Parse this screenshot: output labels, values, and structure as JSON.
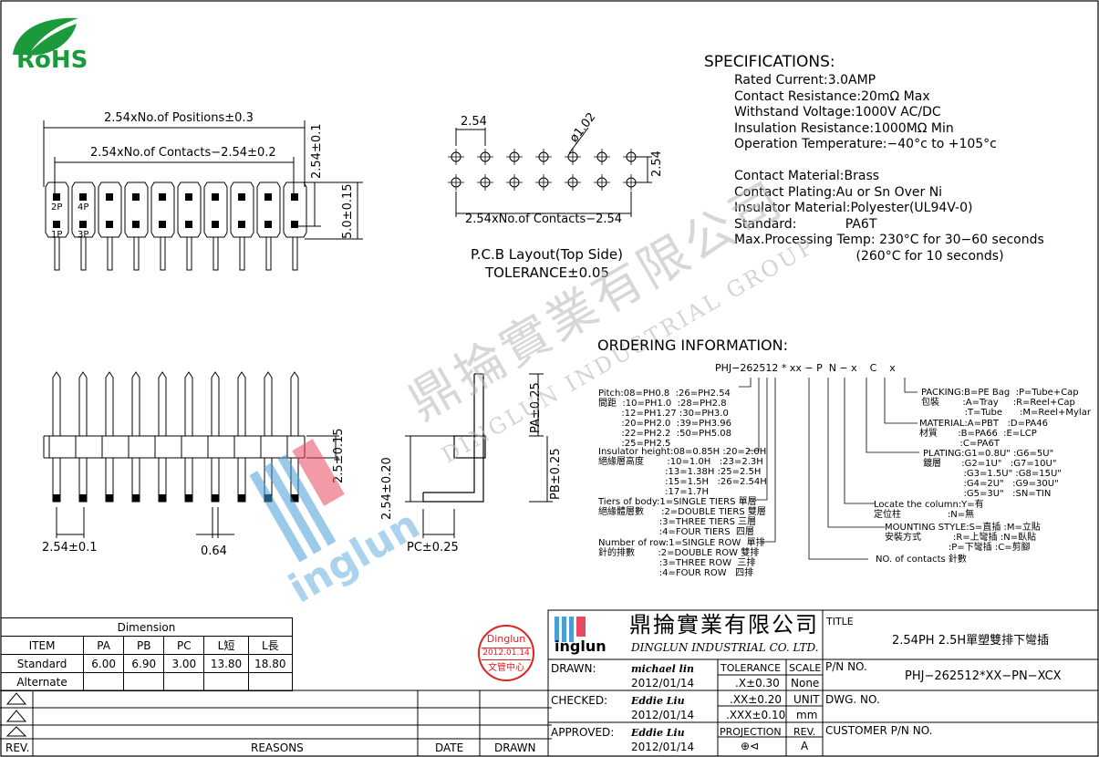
{
  "rohs": {
    "label": "RoHS",
    "color": "#1a9a3a"
  },
  "specifications": {
    "heading": "SPECIFICATIONS:",
    "lines": [
      "Rated Current:3.0AMP",
      "Contact Resistance:20mΩ Max",
      "Withstand Voltage:1000V AC/DC",
      "Insulation Resistance:1000MΩ Min",
      "Operation Temperature:−40°c to +105°c",
      "",
      "Contact Material:Brass",
      "Contact Plating:Au or Sn Over Ni",
      "Insulator Material:Polyester(UL94V-0)",
      "Standard:            PA6T",
      "Max.Processing Temp: 230°C for 30−60 seconds",
      "                              (260°C for 10 seconds)"
    ]
  },
  "top_view": {
    "dim_positions": "2.54xNo.of Positions±0.3",
    "dim_contacts": "2.54xNo.of Contacts−2.54±0.2",
    "dim_pitch_v": "2.54±0.1",
    "dim_height": "5.0±0.15",
    "pin_labels": [
      "2P",
      "4P",
      "1P",
      "3P"
    ]
  },
  "pcb": {
    "dim_pitch": "2.54",
    "dim_hole": "ø1.02",
    "dim_row": "2.54",
    "dim_total": "2.54xNo.of Contacts−2.54",
    "caption": "P.C.B Layout(Top Side)",
    "tolerance": "TOLERANCE±0.05"
  },
  "front_view": {
    "dim_pitch": "2.54±0.1",
    "dim_width": "0.64",
    "dim_body": "2.5±0.15"
  },
  "side_view": {
    "pa": "PA±0.25",
    "pb": "PB±0.25",
    "dim_020": "2.54±0.20",
    "pc": "PC±0.25"
  },
  "watermark": {
    "cn": "鼎掄實業有限公司",
    "en": "DINGLUN INDUSTRIAL GROUP",
    "logo_text": "inglun",
    "logo_color": "#e84a5f",
    "logo_blue": "#4a9ed8"
  },
  "ordering": {
    "heading": "ORDERING INFORMATION:",
    "code": "PHJ−262512 * xx − P  N − x    C    x",
    "pitch": [
      "Pitch:08=PH0.8  :26=PH2.54",
      "間距  :10=PH1.0  :28=PH2.8",
      "        :12=PH1.27 :30=PH3.0",
      "        :20=PH2.0  :39=PH3.96",
      "        :22=PH2.2  :50=PH5.08",
      "        :25=PH2.5"
    ],
    "insulator": [
      "Insulator height:08=0.85H :20=2.0H",
      "絕緣層高度        :10=1.0H   :23=2.3H",
      "                       :13=1.38H :25=2.5H",
      "                       :15=1.5H   :26=2.54H",
      "                       :17=1.7H"
    ],
    "tiers": [
      "Tiers of body:1=SINGLE TIERS 單層",
      "絕緣體層數      :2=DOUBLE TIERS 雙層",
      "                     :3=THREE TIERS 三層",
      "                     :4=FOUR TIERS  四層"
    ],
    "rows": [
      "Number of row:1=SINGLE ROW  單排",
      "針的排數        :2=DOUBLE ROW 雙排",
      "                     :3=THREE ROW  三排",
      "                     :4=FOUR ROW   四排"
    ],
    "packing": [
      "PACKING:B=PE Bag  :P=Tube+Cap",
      "包裝        :A=Tray     :R=Reel+Cap",
      "               :T=Tube      :M=Reel+Mylar"
    ],
    "material": [
      "MATERIAL:A=PBT   :D=PA46",
      "材質       :B=PA66  :E=LCP",
      "              :C=PA6T"
    ],
    "plating": [
      "PLATING:G1=0.8U\" :G6=5U\"",
      "鍍層       :G2=1U\"   :G7=10U\"",
      "              :G3=1.5U\" :G8=15U\"",
      "              :G4=2U\"   :G9=30U\"",
      "              :G5=3U\"   :SN=TIN"
    ],
    "locate": [
      "Locate the column:Y=有",
      "定位柱                :N=無"
    ],
    "mounting": [
      "MOUNTING STYLE:S=直插 :M=立貼",
      "安裝方式           :R=上彎插 :N=臥貼",
      "                      :P=下彎插 :C=剪腳"
    ],
    "contacts": "NO. of contacts 針數"
  },
  "dimension_table": {
    "title": "Dimension",
    "headers": [
      "ITEM",
      "PA",
      "PB",
      "PC",
      "L短",
      "L長"
    ],
    "rows": [
      [
        "Standard",
        "6.00",
        "6.90",
        "3.00",
        "13.80",
        "18.80"
      ],
      [
        "Alternate",
        "",
        "",
        "",
        "",
        ""
      ]
    ]
  },
  "revision": {
    "rev": "REV.",
    "reasons": "REASONS",
    "date": "DATE",
    "drawn": "DRAWN"
  },
  "stamp": {
    "name": "Dinglun",
    "date": "2012.01.14",
    "dept": "文管中心",
    "color": "#e02020"
  },
  "title_block": {
    "company_cn": "鼎掄實業有限公司",
    "company_en": "DINGLUN INDUSTRIAL CO. LTD.",
    "logo": "inglun",
    "title_label": "TITLE",
    "title_value": "2.54PH 2.5H單塑雙排下彎插",
    "drawn_label": "DRAWN:",
    "drawn_name": "michael lin",
    "drawn_date": "2012/01/14",
    "checked_label": "CHECKED:",
    "checked_name": "Eddie Liu",
    "checked_date": "2012/01/14",
    "approved_label": "APPROVED:",
    "approved_name": "Eddie Liu",
    "approved_date": "2012/01/14",
    "tolerance_label": "TOLERANCE",
    "scale_label": "SCALE",
    "tol1": ".X±0.30",
    "scale_value": "None",
    "tol2": ".XX±0.20",
    "unit_label": "UNIT",
    "tol3": ".XXX±0.10",
    "unit_value": "mm",
    "projection_label": "PROJECTION",
    "projection_symbol": "⊕⊲",
    "rev_label": "REV.",
    "rev_value": "A",
    "pn_label": "P/N NO.",
    "pn_value": "PHJ−262512*XX−PN−XCX",
    "dwg_label": "DWG. NO.",
    "customer_label": "CUSTOMER P/N NO."
  }
}
